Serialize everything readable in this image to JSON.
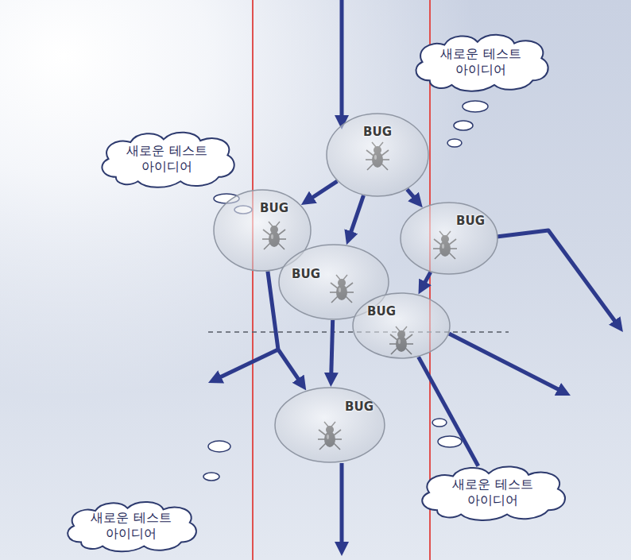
{
  "diagram": {
    "nodes": [
      {
        "text": [
          "새로운 테스트 아이디어"
        ]
      },
      {
        "text": [
          "BUG"
        ]
      },
      {
        "text": [
          "새로운 테스트 아이디어"
        ]
      },
      {
        "text": [
          "BUG"
        ]
      },
      {
        "text": [
          "BUG"
        ]
      },
      {
        "text": [
          "BUG"
        ]
      },
      {
        "text": [
          "BUG"
        ]
      },
      {
        "text": [
          "BUG"
        ]
      },
      {
        "text": [
          "새로운 테스트 아이디어"
        ]
      },
      {
        "text": [
          "새로운 테스트 아이디어"
        ]
      }
    ],
    "edges": [
      {
        "from": 1,
        "to": 3,
        "arrow": "to"
      },
      {
        "from": 1,
        "to": 5,
        "arrow": "to"
      },
      {
        "from": 1,
        "to": 4,
        "arrow": "to"
      },
      {
        "from": 4,
        "to": 6,
        "arrow": "to"
      },
      {
        "from": 3,
        "to": 7,
        "arrow": "to"
      },
      {
        "from": 5,
        "to": 7,
        "arrow": "to"
      },
      {
        "from": 6,
        "to": 8,
        "arrow": "none"
      }
    ]
  }
}
